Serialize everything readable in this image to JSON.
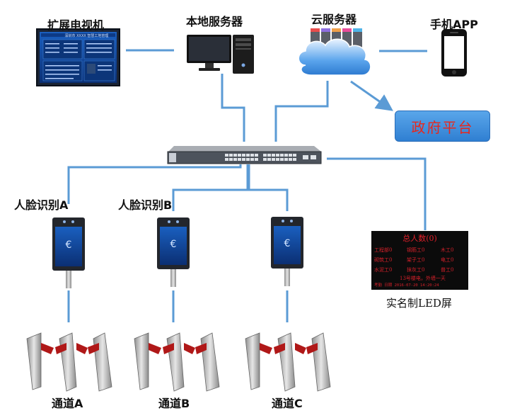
{
  "labels": {
    "tv": "扩展电视机",
    "local_server": "本地服务器",
    "cloud_server": "云服务器",
    "phone": "手机APP",
    "gov_platform": "政府平台",
    "face_a": "人脸识别A",
    "face_b": "人脸识别B",
    "led_screen": "实名制LED屏",
    "channel_a": "通道A",
    "channel_b": "通道B",
    "channel_c": "通道C"
  },
  "led": {
    "title": "总人数(0)",
    "cells": [
      "工程部0",
      "钢筋工0",
      "木工0",
      "砌筑工0",
      "架子工0",
      "电工0",
      "水泥工0",
      "抹灰工0",
      "普工0"
    ],
    "note": "13号楼电，外墙一天",
    "footer": "考勤 日期  2016-07-20 14:20:24"
  },
  "tv_screen": {
    "title": "深圳市 XXXX 智慧工地管理"
  },
  "colors": {
    "line": "#5b9bd5",
    "gov_fill": "#3d8fdf",
    "gov_text": "#e8271c",
    "led_red": "#e3202a",
    "gate_red": "#b01818"
  }
}
